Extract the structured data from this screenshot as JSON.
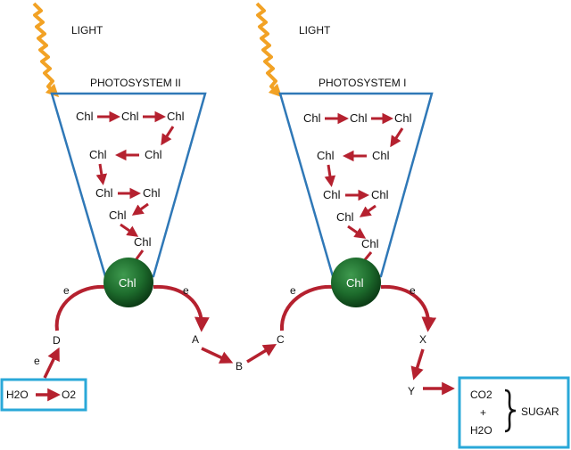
{
  "light_labels": [
    "LIGHT",
    "LIGHT"
  ],
  "photosystems": [
    {
      "title": "PHOTOSYSTEM II",
      "chl": [
        "Chl",
        "Chl",
        "Chl",
        "Chl",
        "Chl",
        "Chl",
        "Chl",
        "Chl",
        "Chl",
        "Chl"
      ],
      "core": "Chl"
    },
    {
      "title": "PHOTOSYSTEM I",
      "chl": [
        "Chl",
        "Chl",
        "Chl",
        "Chl",
        "Chl",
        "Chl",
        "Chl",
        "Chl",
        "Chl",
        "Chl"
      ],
      "core": "Chl"
    }
  ],
  "nodes": {
    "D": "D",
    "A": "A",
    "B": "B",
    "C": "C",
    "X": "X",
    "Y": "Y"
  },
  "electrons": [
    "e",
    "e",
    "e",
    "e",
    "e"
  ],
  "water_box": {
    "left": "H2O",
    "right": "O2"
  },
  "sugar_box": {
    "top": "CO2",
    "mid": "+",
    "bottom": "H2O",
    "label": "SUGAR"
  },
  "colors": {
    "arrow": "#b5212f",
    "light": "#f2a225",
    "border": "#2f78b7",
    "box": "#2aa8d8",
    "core": "#1d6b2c"
  }
}
